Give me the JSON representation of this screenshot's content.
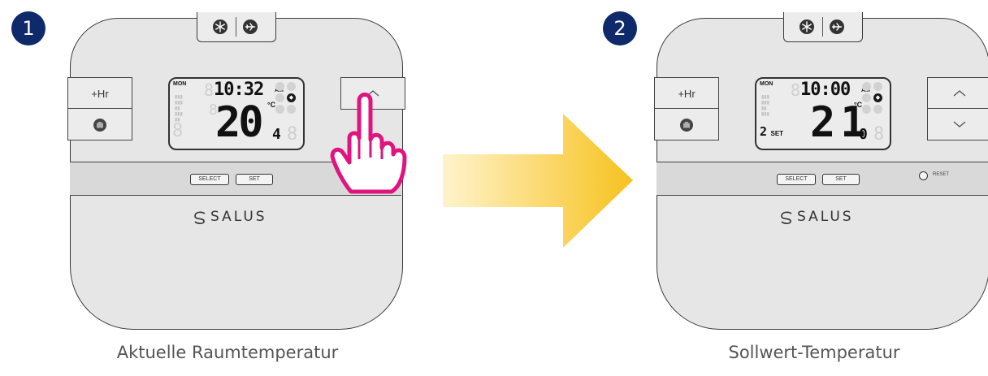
{
  "panels": [
    {
      "step": "1",
      "caption": "Aktuelle Raumtemperatur",
      "left_buttons": [
        "+Hr"
      ],
      "right_buttons": [
        "up-arrow"
      ],
      "lcd": {
        "day": "MON",
        "time": "10:32",
        "ampm": "AM",
        "unit": "°C",
        "temp_main": "20",
        "temp_dec": "4"
      },
      "band": {
        "select_label": "SELECT",
        "set_label": "SET"
      },
      "logo": "SALUS"
    },
    {
      "step": "2",
      "caption": "Sollwert-Temperatur",
      "left_buttons": [
        "+Hr"
      ],
      "right_buttons": [
        "up-arrow",
        "down-arrow"
      ],
      "lcd": {
        "day": "MON",
        "time": "10:00",
        "ampm": "AM",
        "unit": "°C",
        "temp_main": "21",
        "temp_dec": "0",
        "set_index": "2",
        "set_label": "SET"
      },
      "band": {
        "select_label": "SELECT",
        "set_label": "SET",
        "reset_label": "RESET"
      },
      "logo": "SALUS"
    }
  ],
  "colors": {
    "badge": "#0f2a6b",
    "hand": "#e0147f",
    "arrow_start": "#fff3cc",
    "arrow_end": "#f7c21e"
  },
  "icons": [
    "snowflake-icon",
    "airplane-icon",
    "hand-icon",
    "chevron-up-icon",
    "chevron-down-icon",
    "flame-icon",
    "pointing-hand-icon",
    "right-arrow-icon",
    "salus-logo-mark"
  ]
}
